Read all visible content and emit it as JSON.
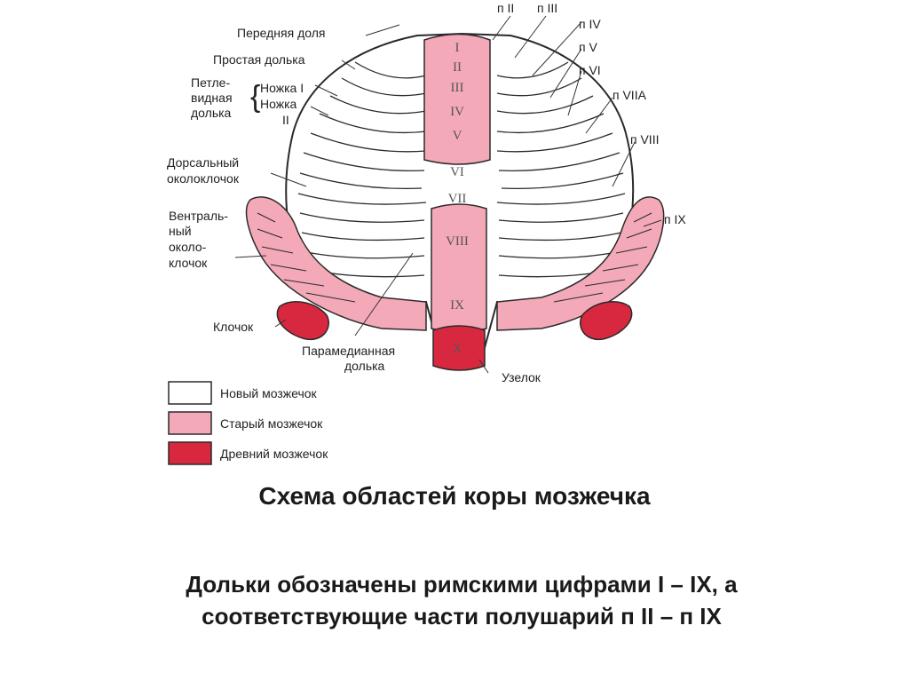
{
  "diagram": {
    "labels": {
      "anterior_lobe": "Передняя доля",
      "simple_lobule": "Простая долька",
      "ansiform_1": "Петле-",
      "ansiform_2": "видная",
      "ansiform_3": "долька",
      "crus_1": "Ножка I",
      "crus_2": "Ножка",
      "crus_2b": "II",
      "dorsal_para_1": "Дорсальный",
      "dorsal_para_2": "околоклочок",
      "ventral_para_1": "Вентраль-",
      "ventral_para_2": "ный",
      "ventral_para_3": "около-",
      "ventral_para_4": "клочок",
      "flocculus": "Клочок",
      "paramedian_1": "Парамедианная",
      "paramedian_2": "долька",
      "nodulus": "Узелок",
      "h2": "п II",
      "h3": "п III",
      "h4": "п IV",
      "h5": "п V",
      "h6": "п VI",
      "h7a": "п VIIA",
      "h8": "п VIII",
      "h9": "п IX"
    },
    "vermis_numerals": [
      "I",
      "II",
      "III",
      "IV",
      "V",
      "VI",
      "VII",
      "VIII",
      "IX",
      "X"
    ],
    "legend": [
      {
        "label": "Новый мозжечок",
        "color": "#ffffff"
      },
      {
        "label": "Старый мозжечок",
        "color": "#f4a9b8"
      },
      {
        "label": "Древний мозжечок",
        "color": "#d8283f"
      }
    ],
    "colors": {
      "neo": "#ffffff",
      "paleo": "#f4a9b8",
      "archi": "#d8283f",
      "outline": "#2a2a2a"
    }
  },
  "caption": {
    "title": "Схема областей коры мозжечка",
    "line1": "Дольки обозначены римскими цифрами I – IX, а",
    "line2": "соответствующие части полушарий п II – п IX"
  }
}
